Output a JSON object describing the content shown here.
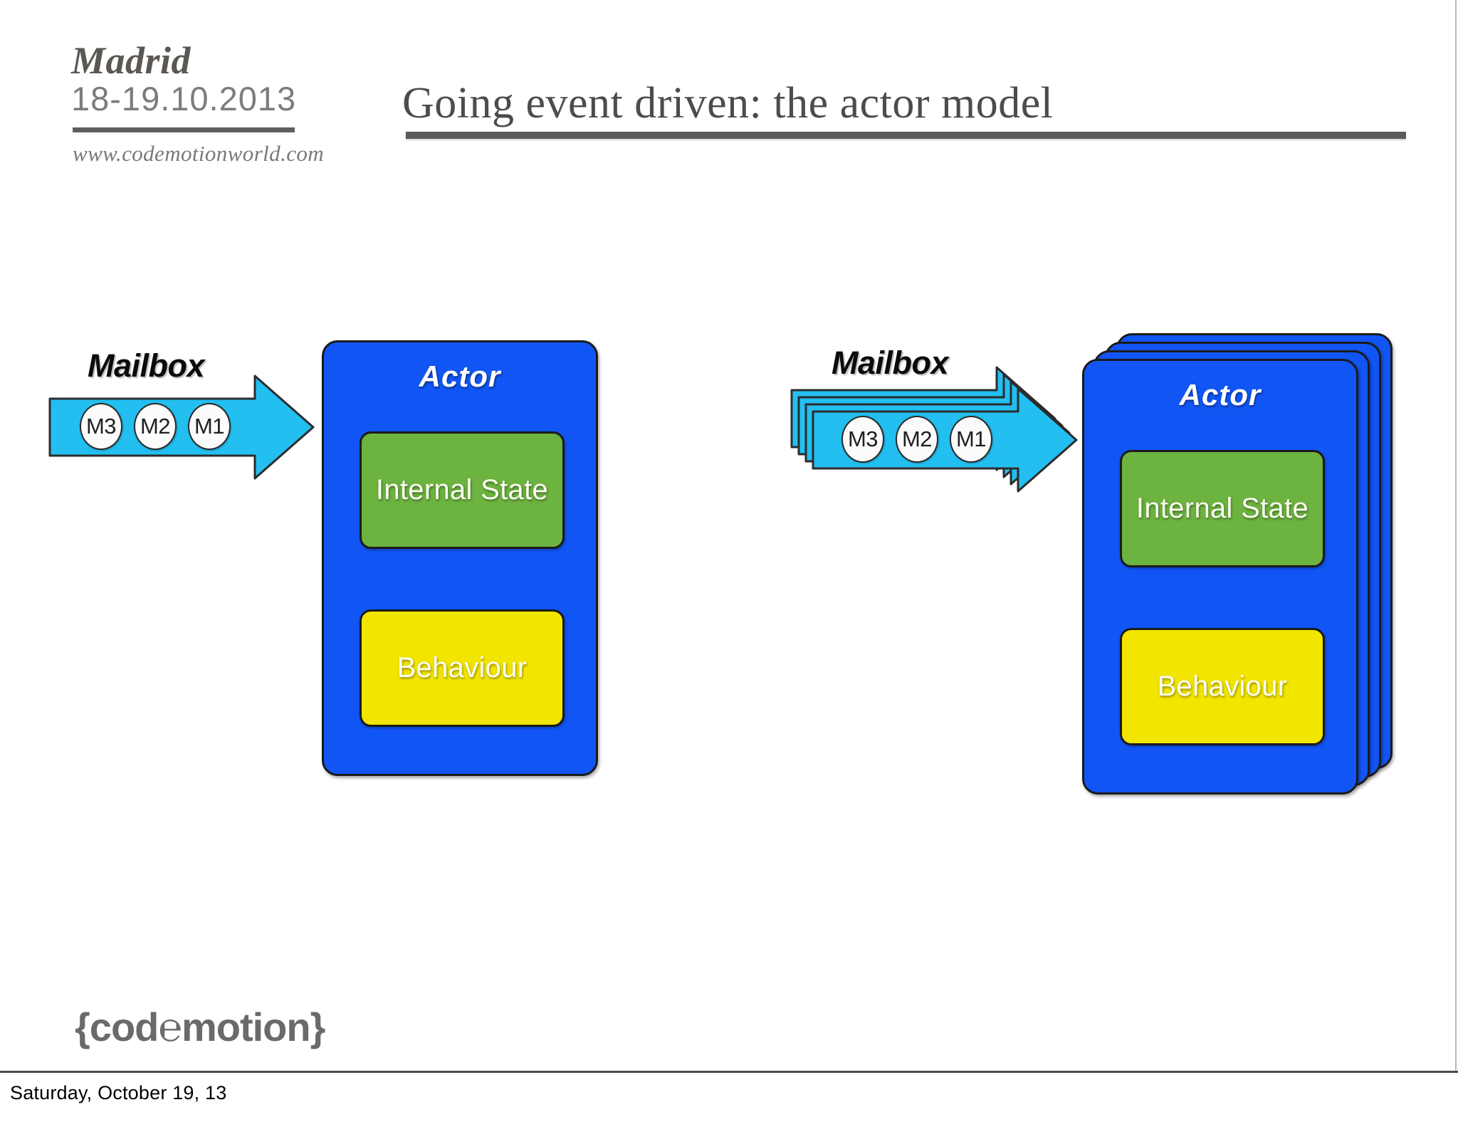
{
  "slide": {
    "title": "Going event driven: the actor model",
    "background_color": "#ffffff"
  },
  "event_logo": {
    "city": "Madrid",
    "dates": "18-19.10.2013",
    "url": "www.codemotionworld.com"
  },
  "diagram": {
    "single": {
      "mailbox": {
        "label": "Mailbox",
        "messages": [
          "M3",
          "M2",
          "M1"
        ],
        "stack_count": 1,
        "arrow_color": "#22bff0"
      },
      "actor": {
        "title": "Actor",
        "stack_count": 1,
        "box_color": "#1155f5",
        "internal_state_label": "Internal State",
        "internal_state_color": "#6cb33f",
        "behaviour_label": "Behaviour",
        "behaviour_color": "#f2e500"
      }
    },
    "multi": {
      "mailbox": {
        "label": "Mailbox",
        "messages": [
          "M3",
          "M2",
          "M1"
        ],
        "stack_count": 4,
        "arrow_color": "#22bff0"
      },
      "actor": {
        "title": "Actor",
        "stack_count": 4,
        "box_color": "#1155f5",
        "internal_state_label": "Internal State",
        "internal_state_color": "#6cb33f",
        "behaviour_label": "Behaviour",
        "behaviour_color": "#f2e500"
      }
    }
  },
  "brand": {
    "logo_text": "{cod℮motion}"
  },
  "footer": {
    "date": "Saturday, October 19, 13"
  }
}
